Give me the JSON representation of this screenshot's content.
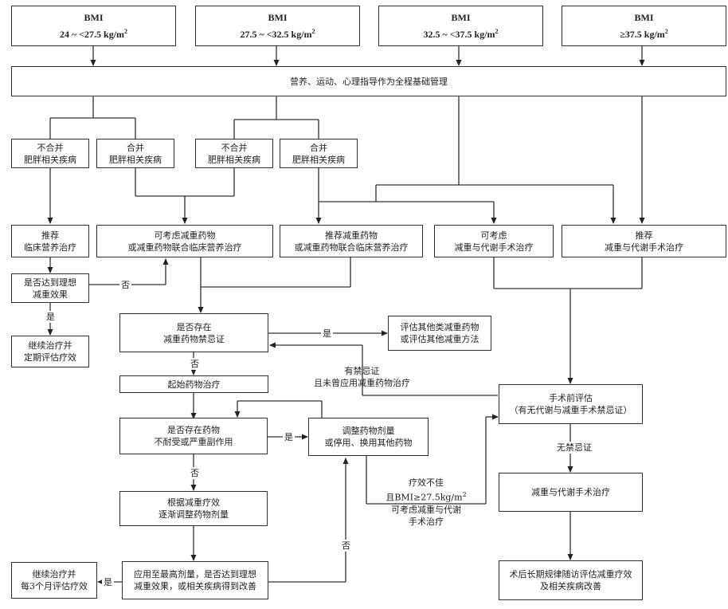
{
  "bmi_boxes": [
    {
      "title": "BMI",
      "range": "24 ~ <27.5 kg/m",
      "sup": "2"
    },
    {
      "title": "BMI",
      "range": "27.5 ~ <32.5 kg/m",
      "sup": "2"
    },
    {
      "title": "BMI",
      "range": "32.5 ~ <37.5 kg/m",
      "sup": "2"
    },
    {
      "title": "BMI",
      "range": "≥37.5 kg/m",
      "sup": "2"
    }
  ],
  "base_management": "营养、运动、心理指导作为全程基础管理",
  "comorbidity": {
    "a1": [
      "不合并",
      "肥胖相关疾病"
    ],
    "a2": [
      "合并",
      "肥胖相关疾病"
    ],
    "b1": [
      "不合并",
      "肥胖相关疾病"
    ],
    "b2": [
      "合并",
      "肥胖相关疾病"
    ]
  },
  "treatments": {
    "clinical_nutrition": [
      "推荐",
      "临床营养治疗"
    ],
    "consider_drug": [
      "可考虑减重药物",
      "或减重药物联合临床营养治疗"
    ],
    "recommend_drug": [
      "推荐减重药物",
      "或减重药物联合临床营养治疗"
    ],
    "consider_surgery": [
      "可考虑",
      "减重与代谢手术治疗"
    ],
    "recommend_surgery": [
      "推荐",
      "减重与代谢手术治疗"
    ]
  },
  "ideal_effect": [
    "是否达到理想",
    "减重效果"
  ],
  "continue_eval": [
    "继续治疗并",
    "定期评估疗效"
  ],
  "contraindication": [
    "是否存在",
    "减重药物禁忌证"
  ],
  "other_methods": [
    "评估其他类减重药物",
    "或评估其他减重方法"
  ],
  "start_drug": "起始药物治疗",
  "intolerance": [
    "是否存在药物",
    "不耐受或严重副作用"
  ],
  "adjust_drug": [
    "调整药物剂量",
    "或停用、换用其他药物"
  ],
  "titrate": [
    "根据减重疗效",
    "逐渐调整药物剂量"
  ],
  "max_dose": [
    "应用至最高剂量，是否达到理想",
    "减重效果，或相关疾病得到改善"
  ],
  "continue_3m": [
    "继续治疗并",
    "每3个月评估疗效"
  ],
  "preop": [
    "手术前评估",
    "（有无代谢与减重手术禁忌证）"
  ],
  "surgery": "减重与代谢手术治疗",
  "followup": [
    "术后长期规律随访评估减重疗效",
    "及相关疾病改善"
  ],
  "edge_labels": {
    "no": "否",
    "yes": "是",
    "contra_note": [
      "有禁忌证",
      "且未曾应用减重药物治疗"
    ],
    "no_contra": "无禁忌证",
    "poor_effect_1": "疗效不佳",
    "poor_effect_2": "且BMI≥27.5kg/m",
    "poor_effect_sup": "2",
    "poor_effect_3": "可考虑减重与代谢",
    "poor_effect_4": "手术治疗"
  }
}
